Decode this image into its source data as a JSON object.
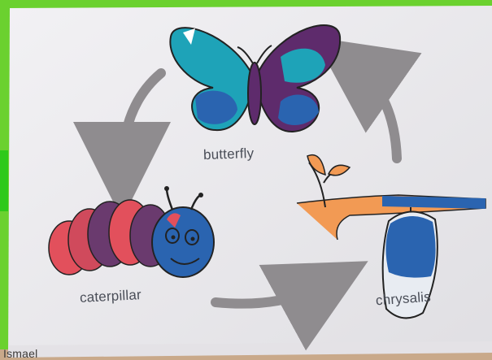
{
  "labels": {
    "butterfly": "butterfly",
    "caterpillar": "caterpillar",
    "chrysalis": "chrysalis",
    "name": "Ismael"
  },
  "colors": {
    "frame": "#6bd12f",
    "paper": "#ecebee",
    "arrow": "#8f8c8f",
    "teal": "#1ea3b8",
    "purple": "#5e2b6c",
    "blue": "#2a64b0",
    "red": "#e2505c",
    "orange": "#f29a54",
    "text": "#4a4e58"
  }
}
